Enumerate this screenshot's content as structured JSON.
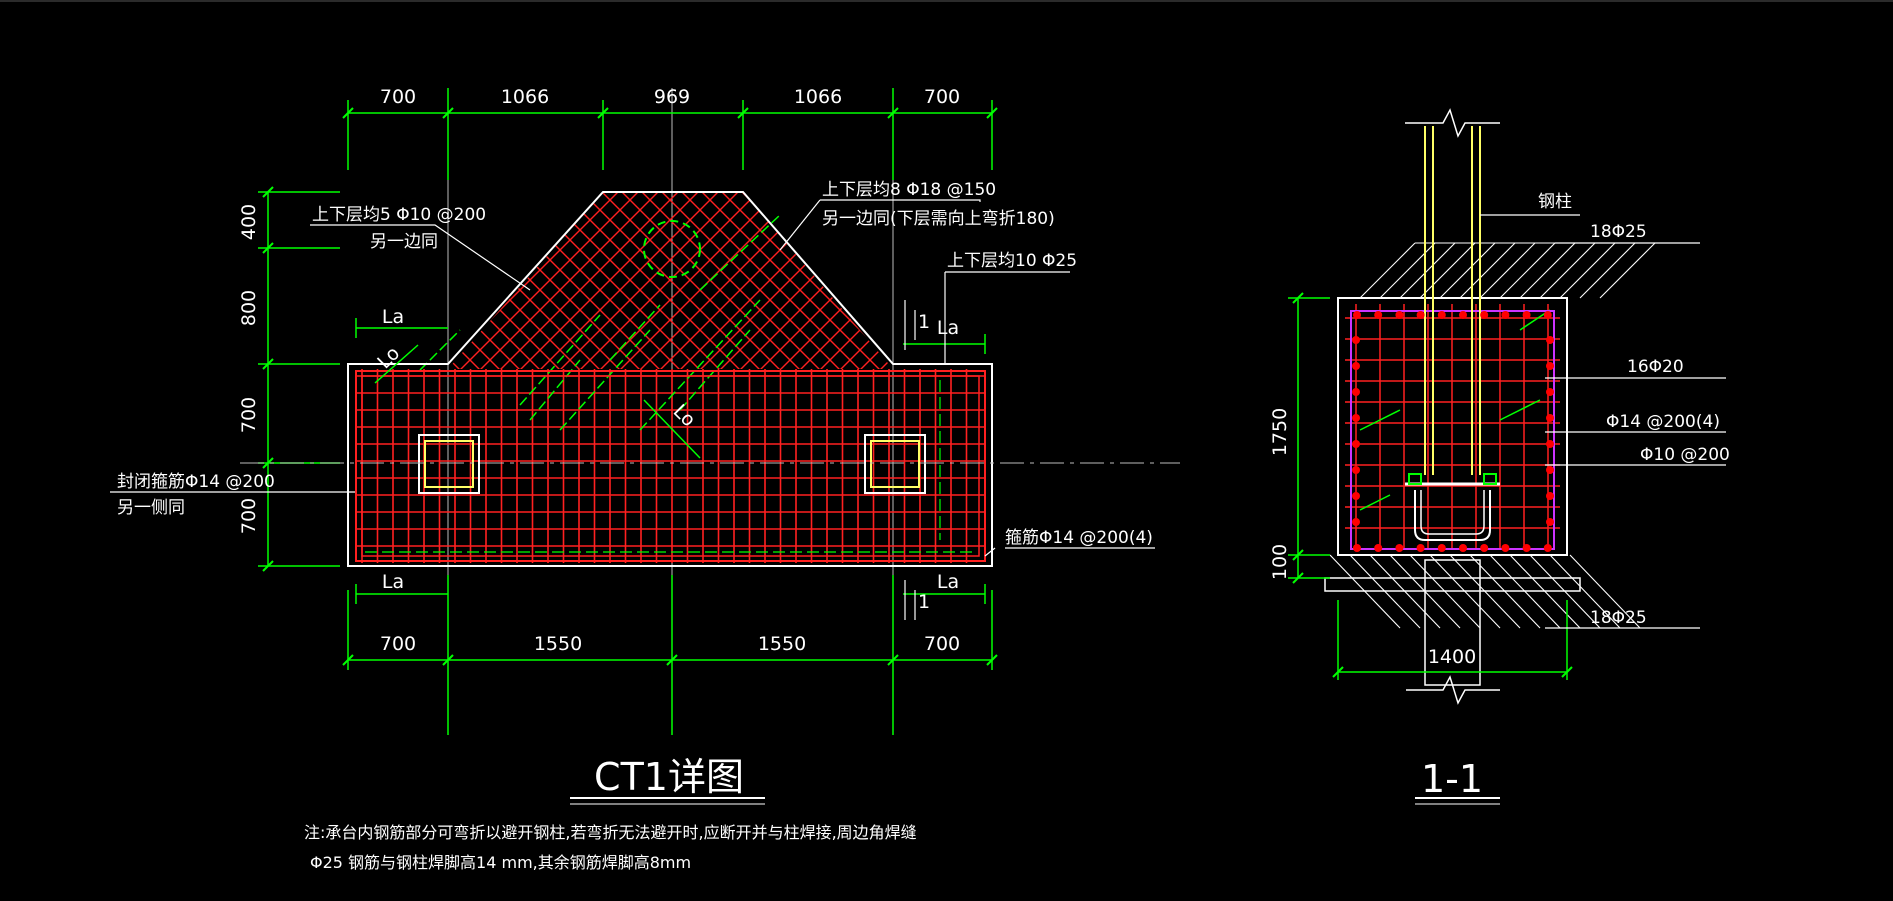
{
  "colors": {
    "background": "#000000",
    "outline": "#ffffff",
    "dimension": "#00ff00",
    "rebar": "#ff2020",
    "rebar_dot": "#ff0000",
    "column": "#ffff66",
    "stirrup_tie": "#cc33ff",
    "text": "#ffffff",
    "centerline": "#bbbbbb"
  },
  "plan": {
    "title": "CT1详图",
    "top_dims": [
      "700",
      "1066",
      "969",
      "1066",
      "700"
    ],
    "bottom_dims": [
      "700",
      "1550",
      "1550",
      "700"
    ],
    "left_dims": [
      "400",
      "800",
      "700",
      "700"
    ],
    "la_labels": [
      "La",
      "La",
      "La",
      "La"
    ],
    "lo_labels": [
      "Lo",
      "Lo"
    ],
    "section_marks": [
      "1",
      "1"
    ],
    "callouts": {
      "top_left_line1": "上下层均5 Φ10 @200",
      "top_left_line2": "另一边同",
      "top_mid_line1": "上下层均8 Φ18 @150",
      "top_mid_line2": "另一边同(下层需向上弯折180)",
      "right_top": "上下层均10 Φ25",
      "left_side_line1": "封闭箍筋Φ14 @200",
      "left_side_line2": "另一侧同",
      "bottom_right": "箍筋Φ14 @200(4)"
    }
  },
  "section": {
    "title": "1-1",
    "steel_column_label": "钢柱",
    "labels": [
      "18Φ25",
      "16Φ20",
      "Φ14 @200(4)",
      "Φ10 @200",
      "18Φ25"
    ],
    "left_dims": [
      "1750",
      "100"
    ],
    "bottom_dim": "1400"
  },
  "note": {
    "line1": "注:承台内钢筋部分可弯折以避开钢柱,若弯折无法避开时,应断开并与柱焊接,周边角焊缝",
    "line2": "Φ25 钢筋与钢柱焊脚高14 mm,其余钢筋焊脚高8mm"
  }
}
